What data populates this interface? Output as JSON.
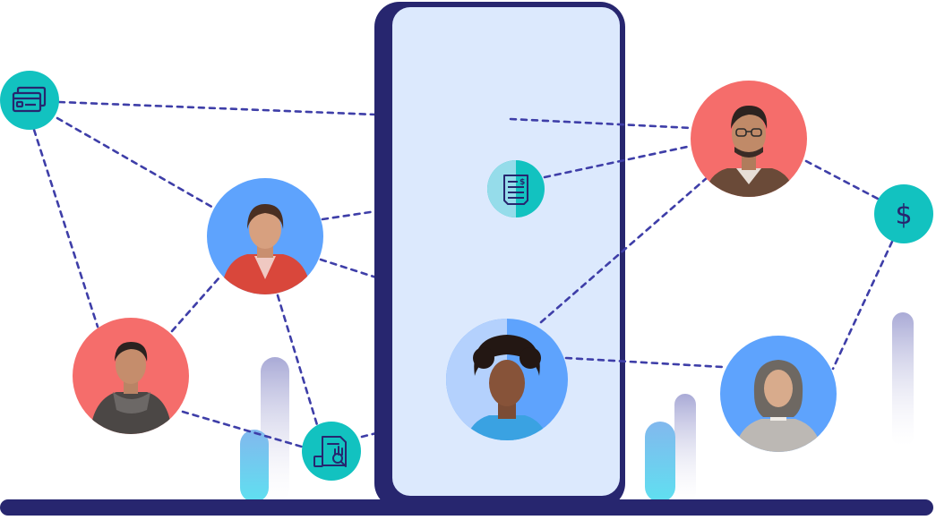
{
  "palette": {
    "navy": "#27266f",
    "phone_screen": "#dce9fd",
    "teal": "#12c2c0",
    "coral": "#f56d6b",
    "blue": "#5ea3fd",
    "dash": "#3e3ea8",
    "bar_top": "#a8a9d6",
    "bar_cyan": "#5fd6ea"
  },
  "icons": {
    "card": "credit-card",
    "receipt": "receipt-dollar",
    "report": "document-search",
    "dollar": "dollar-sign"
  },
  "dollar_glyph": "$",
  "people": [
    {
      "id": "woman-red-jacket",
      "bg": "blue"
    },
    {
      "id": "man-scarf",
      "bg": "coral"
    },
    {
      "id": "man-glasses",
      "bg": "coral"
    },
    {
      "id": "man-curly-hair",
      "bg": "blue"
    },
    {
      "id": "woman-grey-hair",
      "bg": "blue"
    }
  ]
}
